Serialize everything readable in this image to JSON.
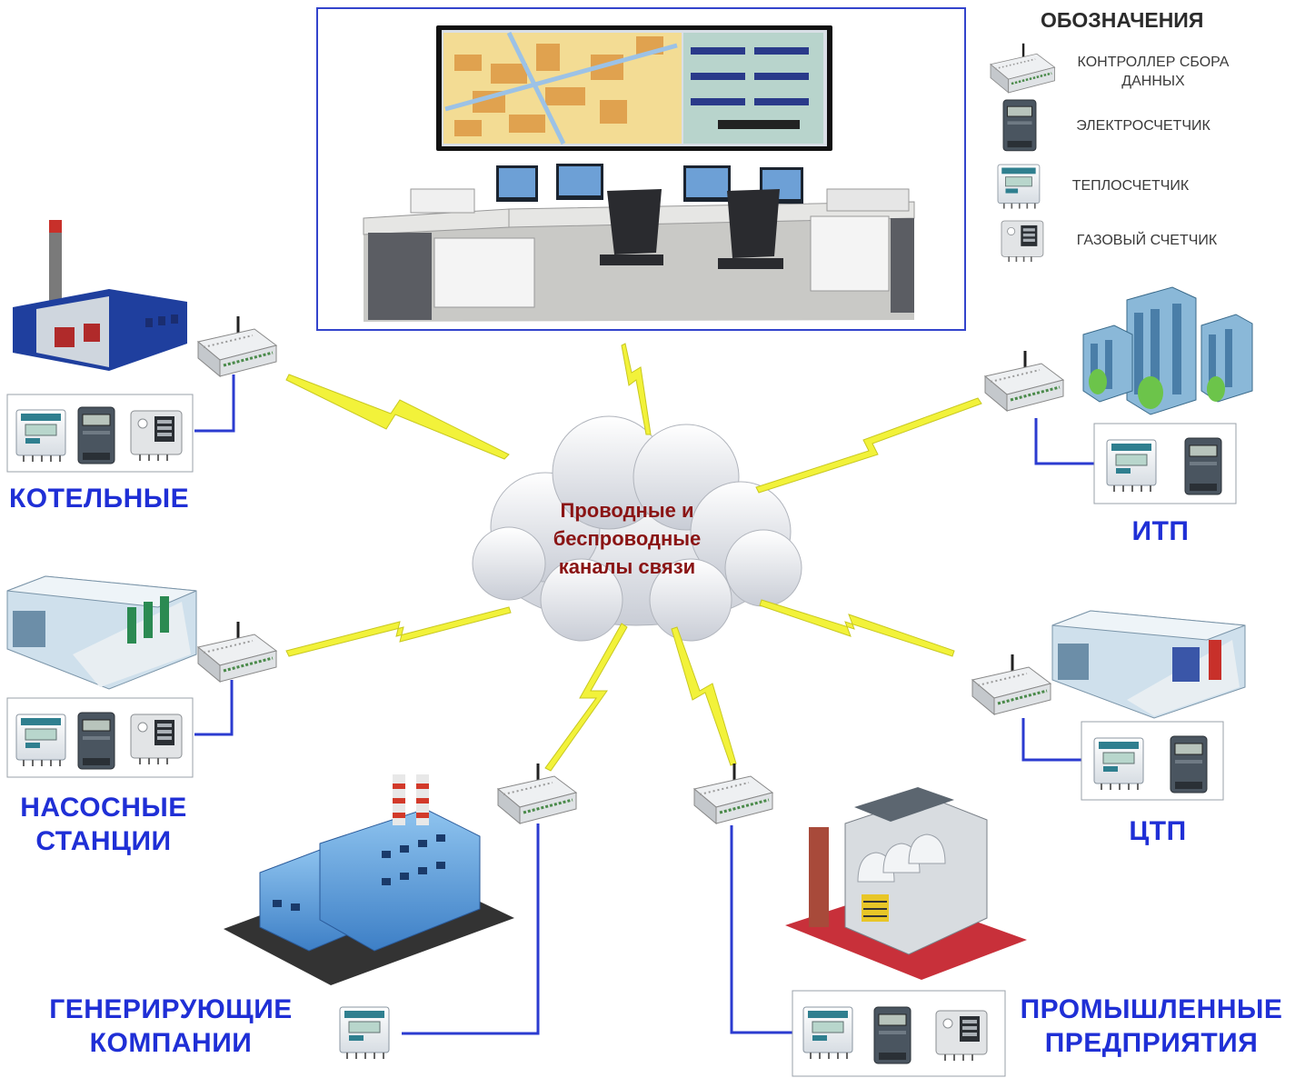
{
  "legend": {
    "title": "ОБОЗНАЧЕНИЯ",
    "items": [
      {
        "icon": "controller-icon",
        "line1": "КОНТРОЛЛЕР СБОРА",
        "line2": "ДАННЫХ"
      },
      {
        "icon": "electricity-meter-icon",
        "line1": "ЭЛЕКТРОСЧЕТЧИК"
      },
      {
        "icon": "heat-meter-icon",
        "line1": "ТЕПЛОСЧЕТЧИК"
      },
      {
        "icon": "gas-meter-icon",
        "line1": "ГАЗОВЫЙ СЧЕТЧИК"
      }
    ]
  },
  "cloud": {
    "line1": "Проводные и",
    "line2": "беспроводные",
    "line3": "каналы связи"
  },
  "nodes": {
    "boilers": {
      "label": "КОТЕЛЬНЫЕ"
    },
    "pumps": {
      "line1": "НАСОСНЫЕ",
      "line2": "СТАНЦИИ"
    },
    "generating": {
      "line1": "ГЕНЕРИРУЮЩИЕ",
      "line2": "КОМПАНИИ"
    },
    "itp": {
      "label": "ИТП"
    },
    "ctp": {
      "label": "ЦТП"
    },
    "industrial": {
      "line1": "ПРОМЫШЛЕННЫЕ",
      "line2": "ПРЕДПРИЯТИЯ"
    }
  },
  "colors": {
    "label": "#1f2fd6",
    "wire": "#2b3bd0",
    "lightning": "#f2f23a",
    "cloud_text": "#8a1414",
    "control_room_border": "#3344cc"
  }
}
